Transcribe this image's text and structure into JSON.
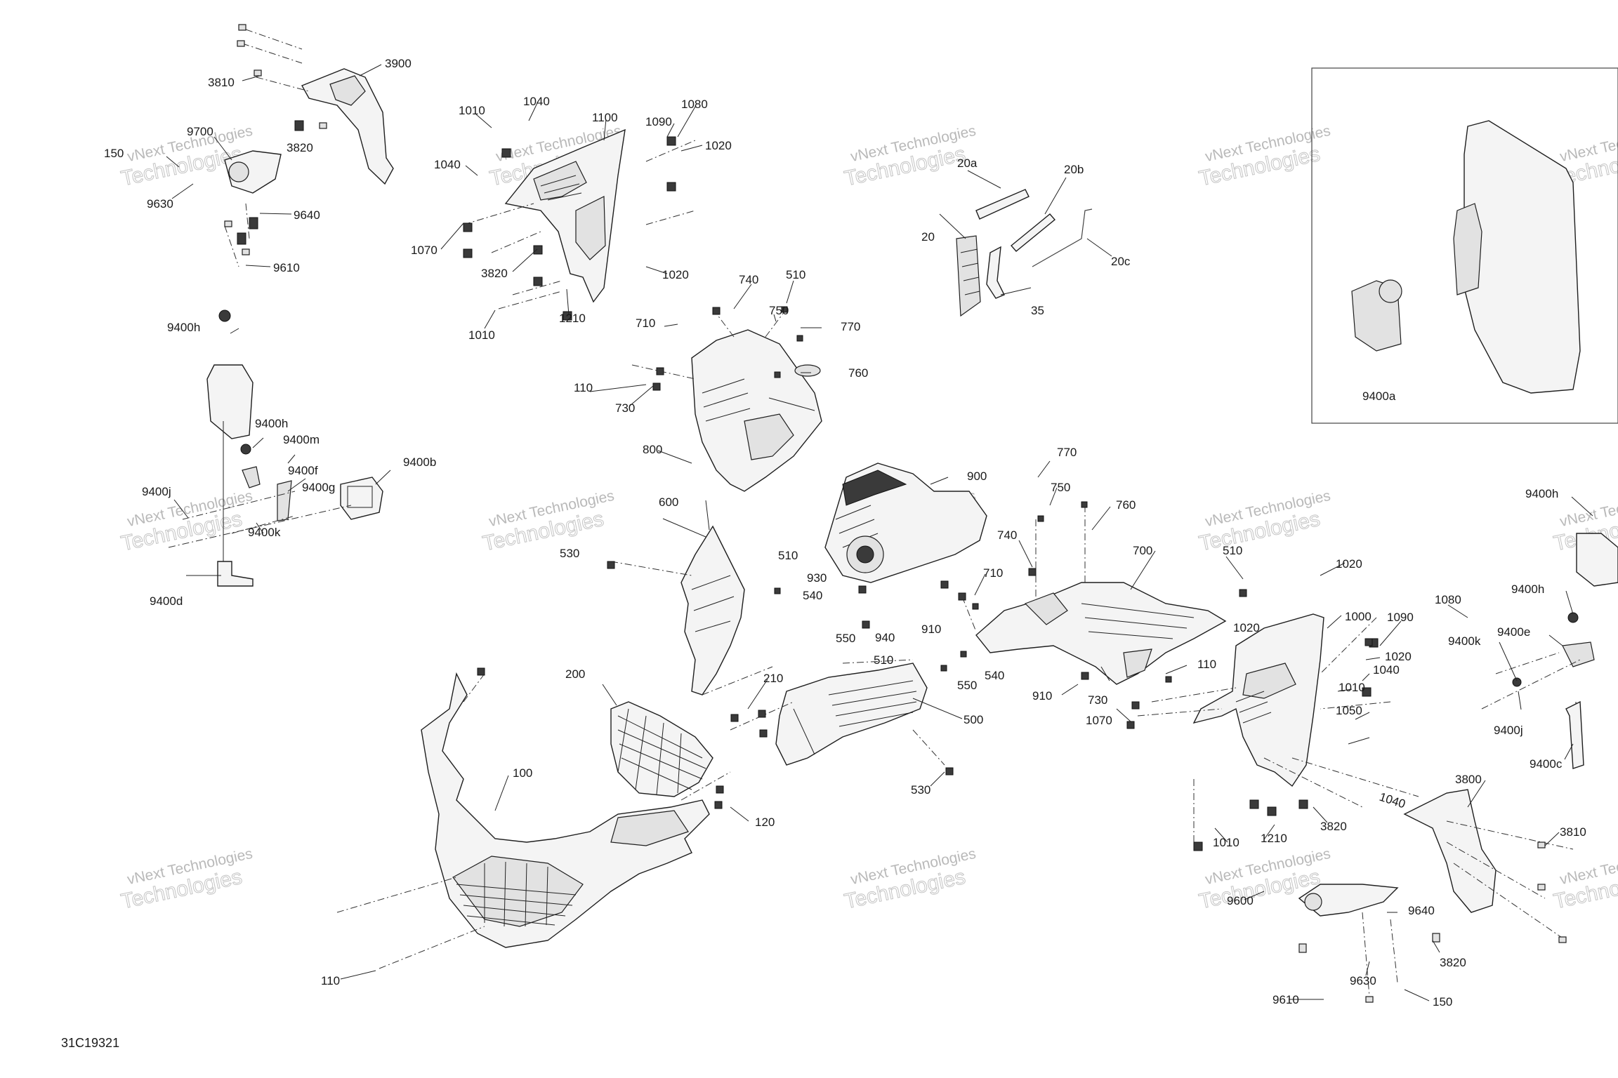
{
  "drawing_code": "31C19321",
  "watermark": {
    "line1": "vNext Technologies",
    "line2": "Technologies"
  },
  "callouts": {
    "c3900": "3900",
    "c3810a": "3810",
    "c3820a": "3820",
    "c9700": "9700",
    "c150a": "150",
    "c9630a": "9630",
    "c9640a": "9640",
    "c9610a": "9610",
    "c1010a": "1010",
    "c1040a": "1040",
    "c1100": "1100",
    "c1080a": "1080",
    "c1090a": "1090",
    "c1020a": "1020",
    "c1040b": "1040",
    "c1070a": "1070",
    "c3820b": "3820",
    "c1020b": "1020",
    "c1010b": "1010",
    "c1210a": "1210",
    "c20a": "20a",
    "c20b": "20b",
    "c20": "20",
    "c20c": "20c",
    "c35": "35",
    "c9400a": "9400a",
    "c9400h1": "9400h",
    "c9400h2": "9400h",
    "c9400m": "9400m",
    "c9400f": "9400f",
    "c9400g": "9400g",
    "c9400b": "9400b",
    "c9400j1": "9400j",
    "c9400k1": "9400k",
    "c9400d": "9400d",
    "c740a": "740",
    "c510a": "510",
    "c710a": "710",
    "c750a": "750",
    "c770a": "770",
    "c760a": "760",
    "c110a": "110",
    "c730a": "730",
    "c800": "800",
    "c600": "600",
    "c530a": "530",
    "c510b": "510",
    "c930": "930",
    "c540a": "540",
    "c940": "940",
    "c550a": "550",
    "c510c": "510",
    "c900": "900",
    "c770b": "770",
    "c750b": "750",
    "c760b": "760",
    "c740b": "740",
    "c700": "700",
    "c710b": "710",
    "c910a": "910",
    "c550b": "550",
    "c540b": "540",
    "c910b": "910",
    "c730b": "730",
    "c1070b": "1070",
    "c110b": "110",
    "c510d": "510",
    "c200": "200",
    "c210": "210",
    "c500": "500",
    "c530b": "530",
    "c100": "100",
    "c120": "120",
    "c110c": "110",
    "c1020c": "1020",
    "c1000": "1000",
    "c1090b": "1090",
    "c1080b": "1080",
    "c1020d": "1020",
    "c1020e": "1020",
    "c1040c": "1040",
    "c1010c": "1010",
    "c1050": "1050",
    "c1040d": "1040",
    "c3800": "3800",
    "c3810b": "3810",
    "c3820c": "3820",
    "c1210b": "1210",
    "c1010d": "1010",
    "c9600": "9600",
    "c9640b": "9640",
    "c9630b": "9630",
    "c9610b": "9610",
    "c150b": "150",
    "c3820d": "3820",
    "c9400h3": "9400h",
    "c9400h4": "9400h",
    "c9400e": "9400e",
    "c9400k2": "9400k",
    "c9400j2": "9400j",
    "c9400c": "9400c"
  }
}
